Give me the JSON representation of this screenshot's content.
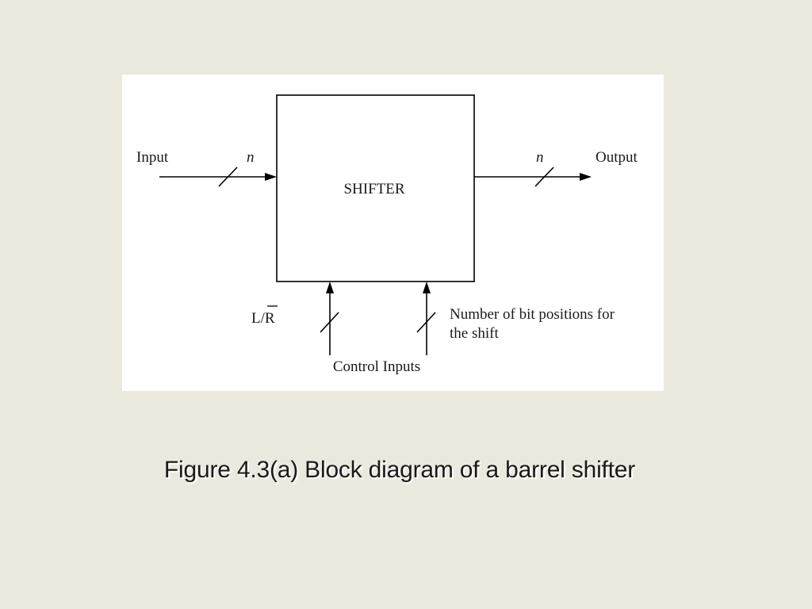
{
  "diagram": {
    "block_label": "SHIFTER",
    "input_label": "Input",
    "output_label": "Output",
    "input_width_label": "n",
    "output_width_label": "n",
    "direction_label": "L/R",
    "shift_amount_label_line1": "Number of bit positions for",
    "shift_amount_label_line2": "the shift",
    "control_label": "Control Inputs"
  },
  "caption": "Figure 4.3(a) Block diagram of a barrel shifter",
  "colors": {
    "slide_background": "#ebe8de",
    "figure_background": "#ffffff",
    "line_color": "#000000"
  }
}
